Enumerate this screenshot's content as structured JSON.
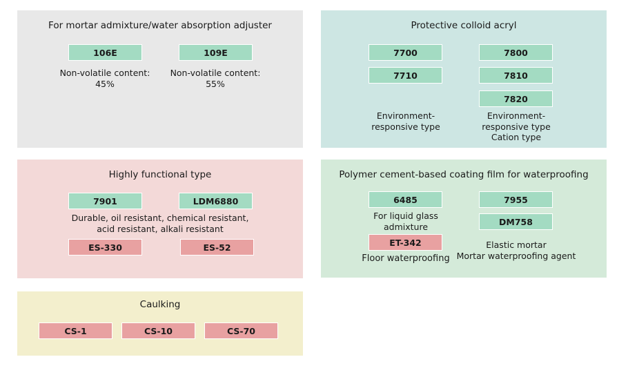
{
  "colors": {
    "gray_panel": "#e8e8e8",
    "teal_panel": "#cde6e3",
    "pink_panel": "#f3d9d8",
    "mint_panel": "#d4ead9",
    "yellow_panel": "#f3efcd",
    "green_tag": "#a3dbc2",
    "red_tag": "#e8a1a1"
  },
  "mortar": {
    "title": "For mortar admixture/water absorption adjuster",
    "tags": [
      "106E",
      "109E"
    ],
    "notes": [
      [
        "Non-volatile content:",
        "45%"
      ],
      [
        "Non-volatile content:",
        "55%"
      ]
    ]
  },
  "colloid": {
    "title": "Protective colloid acryl",
    "tags": [
      "7700",
      "7800",
      "7710",
      "7810",
      "7820"
    ],
    "notes": [
      [
        "Environment-",
        "responsive type"
      ],
      [
        "Environment-",
        "responsive type",
        "Cation type"
      ]
    ]
  },
  "functional": {
    "title": "Highly functional type",
    "tags": [
      "7901",
      "LDM6880",
      "ES-330",
      "ES-52"
    ],
    "notes": [
      [
        "Durable, oil resistant, chemical resistant,",
        "acid resistant, alkali resistant"
      ]
    ]
  },
  "polymer": {
    "title": "Polymer cement-based coating film for waterproofing",
    "tags": [
      "6485",
      "7955",
      "DM758",
      "ET-342"
    ],
    "notes": [
      [
        "For liquid glass",
        "admixture"
      ],
      [
        "Elastic mortar",
        "Mortar waterproofing agent"
      ],
      [
        "Floor waterproofing"
      ]
    ]
  },
  "caulking": {
    "title": "Caulking",
    "tags": [
      "CS-1",
      "CS-10",
      "CS-70"
    ]
  }
}
